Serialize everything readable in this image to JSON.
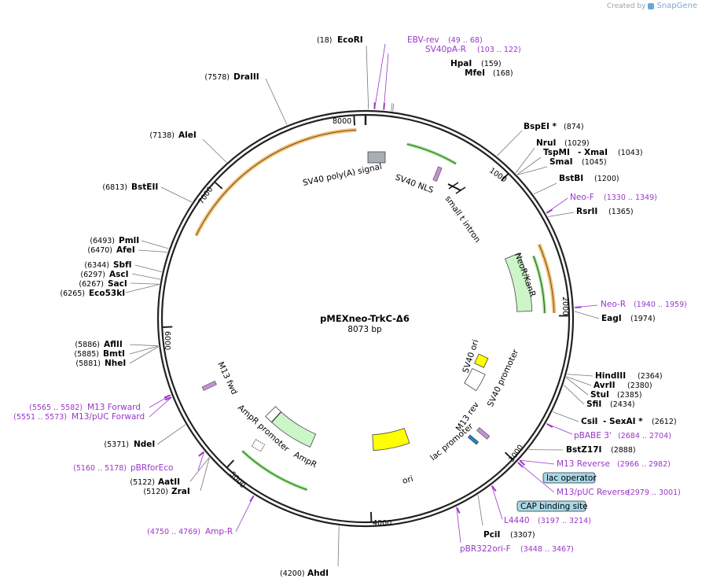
{
  "brand": {
    "created_by": "Created by",
    "app": "SnapGene"
  },
  "plasmid": {
    "name": "pMEXneo-TrkC-Δ6",
    "size_label": "8073 bp"
  },
  "ticks": [
    "1000",
    "2000",
    "3000",
    "4000",
    "5000",
    "6000",
    "7000",
    "8000"
  ],
  "enzymes": [
    {
      "name": "EcoRI",
      "pos": "(18)"
    },
    {
      "name": "HpaI",
      "pos": "(159)"
    },
    {
      "name": "MfeI",
      "pos": "(168)"
    },
    {
      "name": "BspEI *",
      "pos": "(874)"
    },
    {
      "name": "NruI",
      "pos": "(1029)"
    },
    {
      "name": "TspMI",
      "pos": ""
    },
    {
      "name": "- XmaI",
      "pos": "(1043)"
    },
    {
      "name": "SmaI",
      "pos": "(1045)"
    },
    {
      "name": "BstBI",
      "pos": "(1200)"
    },
    {
      "name": "RsrII",
      "pos": "(1365)"
    },
    {
      "name": "EagI",
      "pos": "(1974)"
    },
    {
      "name": "HindIII",
      "pos": "(2364)"
    },
    {
      "name": "AvrII",
      "pos": "(2380)"
    },
    {
      "name": "StuI",
      "pos": "(2385)"
    },
    {
      "name": "SfiI",
      "pos": "(2434)"
    },
    {
      "name": "CsiI",
      "pos": ""
    },
    {
      "name": "- SexAI *",
      "pos": "(2612)"
    },
    {
      "name": "BstZ17I",
      "pos": "(2888)"
    },
    {
      "name": "PciI",
      "pos": "(3307)"
    },
    {
      "name": "AhdI",
      "pos": "(4200)"
    },
    {
      "name": "AatII",
      "pos": "(5122)"
    },
    {
      "name": "ZraI",
      "pos": "(5120)"
    },
    {
      "name": "NdeI",
      "pos": "(5371)"
    },
    {
      "name": "AflII",
      "pos": "(5886)"
    },
    {
      "name": "BmtI",
      "pos": "(5885)"
    },
    {
      "name": "NheI",
      "pos": "(5881)"
    },
    {
      "name": "Eco53kI",
      "pos": "(6265)"
    },
    {
      "name": "SacI",
      "pos": "(6267)"
    },
    {
      "name": "AscI",
      "pos": "(6297)"
    },
    {
      "name": "SbfI",
      "pos": "(6344)"
    },
    {
      "name": "AfeI",
      "pos": "(6470)"
    },
    {
      "name": "PmlI",
      "pos": "(6493)"
    },
    {
      "name": "BstEII",
      "pos": "(6813)"
    },
    {
      "name": "AleI",
      "pos": "(7138)"
    },
    {
      "name": "DraIII",
      "pos": "(7578)"
    }
  ],
  "primers": [
    {
      "name": "EBV-rev",
      "range": "(49 .. 68)"
    },
    {
      "name": "SV40pA-R",
      "range": "(103 .. 122)"
    },
    {
      "name": "Neo-F",
      "range": "(1330 .. 1349)"
    },
    {
      "name": "Neo-R",
      "range": "(1940 .. 1959)"
    },
    {
      "name": "pBABE 3'",
      "range": "(2684 .. 2704)"
    },
    {
      "name": "M13 Reverse",
      "range": "(2966 .. 2982)"
    },
    {
      "name": "M13/pUC Reverse",
      "range": "(2979 .. 3001)"
    },
    {
      "name": "L4440",
      "range": "(3197 .. 3214)"
    },
    {
      "name": "pBR322ori-F",
      "range": "(3448 .. 3467)"
    },
    {
      "name": "Amp-R",
      "range": "(4750 .. 4769)"
    },
    {
      "name": "pBRforEco",
      "range": "(5160 .. 5178)"
    },
    {
      "name": "M13/pUC Forward",
      "range": "(5551 .. 5573)"
    },
    {
      "name": "M13 Forward",
      "range": "(5565 .. 5582)"
    }
  ],
  "features": [
    "SV40 poly(A) signal",
    "SV40 NLS",
    "small t intron",
    "NeoR/KanR",
    "SV40 ori",
    "SV40 promoter",
    "M13 rev",
    "lac promoter",
    "ori",
    "AmpR",
    "AmpR promoter",
    "M13 fwd"
  ],
  "boxed_features": [
    "lac operator",
    "CAP binding site"
  ],
  "colors": {
    "backbone": "#222222",
    "primer": "#9a36c8",
    "orange_feature": "#f4c27a",
    "green_feature": "#ccf5c8",
    "ori_yellow": "#ffff00",
    "box_blue": "#a8d8e8"
  }
}
